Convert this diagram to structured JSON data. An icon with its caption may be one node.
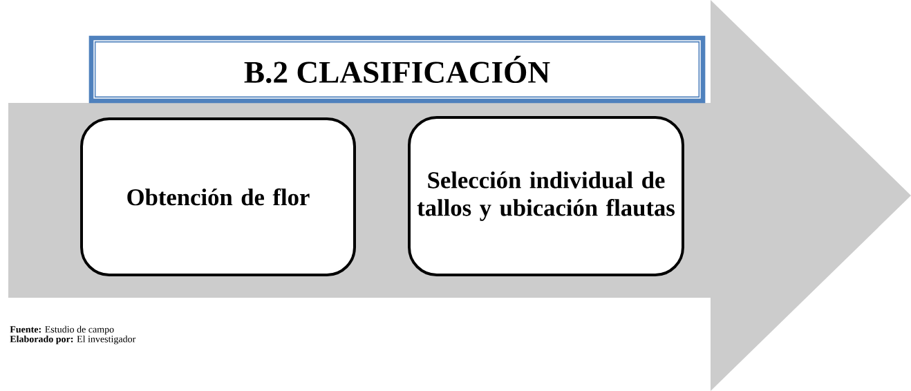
{
  "diagram": {
    "nodes": [
      {
        "text": [
          "B.2 CLASIFICACIÓN"
        ]
      },
      {
        "text": [],
        "shape": "arrow"
      },
      {
        "text": [
          "Obtención de flor"
        ],
        "in": 1
      },
      {
        "text": [
          "Selección individual de tallos y ubicación flautas"
        ],
        "in": 1
      }
    ],
    "labels": [
      "**Fuente:** Estudio de campo",
      "**Elaborado por:** El investigador"
    ]
  }
}
